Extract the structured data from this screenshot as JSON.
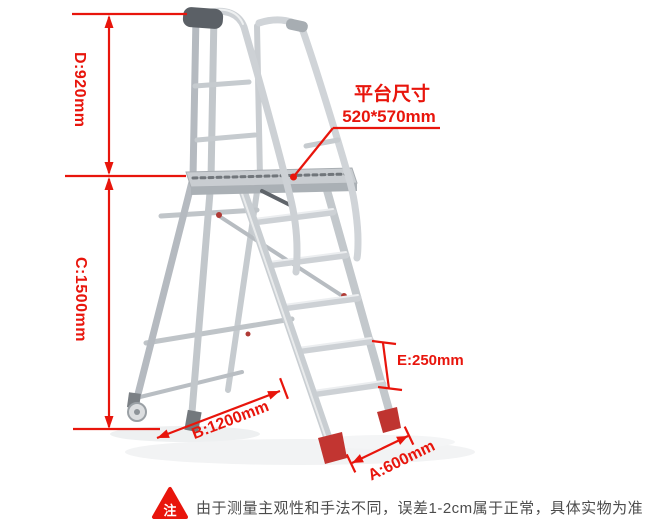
{
  "dimensions": {
    "d": "D:920mm",
    "c": "C:1500mm",
    "b": "B:1200mm",
    "a": "A:600mm",
    "e": "E:250mm"
  },
  "platform": {
    "title": "平台尺寸",
    "size": "520*570mm"
  },
  "note": {
    "badge": "注",
    "text": "由于测量主观性和手法不同，误差1-2cm属于正常，具体实物为准"
  },
  "colors": {
    "annotation_red": "#e8150c",
    "ladder_foot_red": "#c23531",
    "aluminum": "#c9cdd1",
    "note_text": "#4c4c4c"
  }
}
